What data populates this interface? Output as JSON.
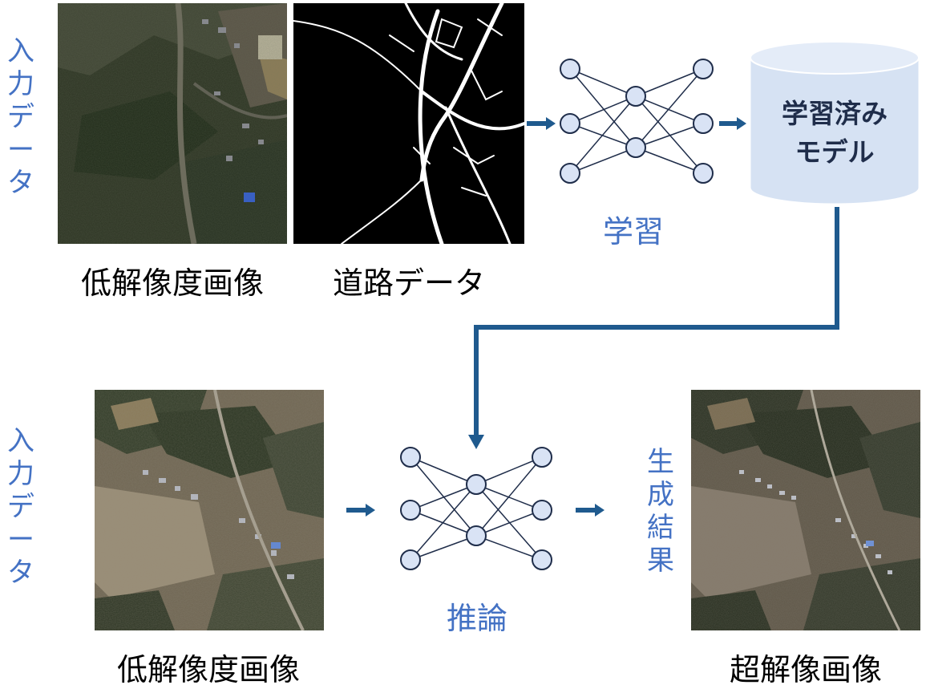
{
  "top": {
    "input_label": "入力データ",
    "low_res_caption": "低解像度画像",
    "road_caption": "道路データ",
    "learning_caption": "学習",
    "trained_model_label": "学習済み\nモデル"
  },
  "bottom": {
    "input_label": "入力データ",
    "low_res_caption": "低解像度画像",
    "inference_caption": "推論",
    "result_label": "生\n成\n結\n果",
    "super_res_caption": "超解像画像"
  },
  "colors": {
    "accent_blue": "#4472C4",
    "arrow_navy": "#1F5A8E",
    "node_fill": "#D9E3F5",
    "db_fill": "#D6E2F3"
  }
}
